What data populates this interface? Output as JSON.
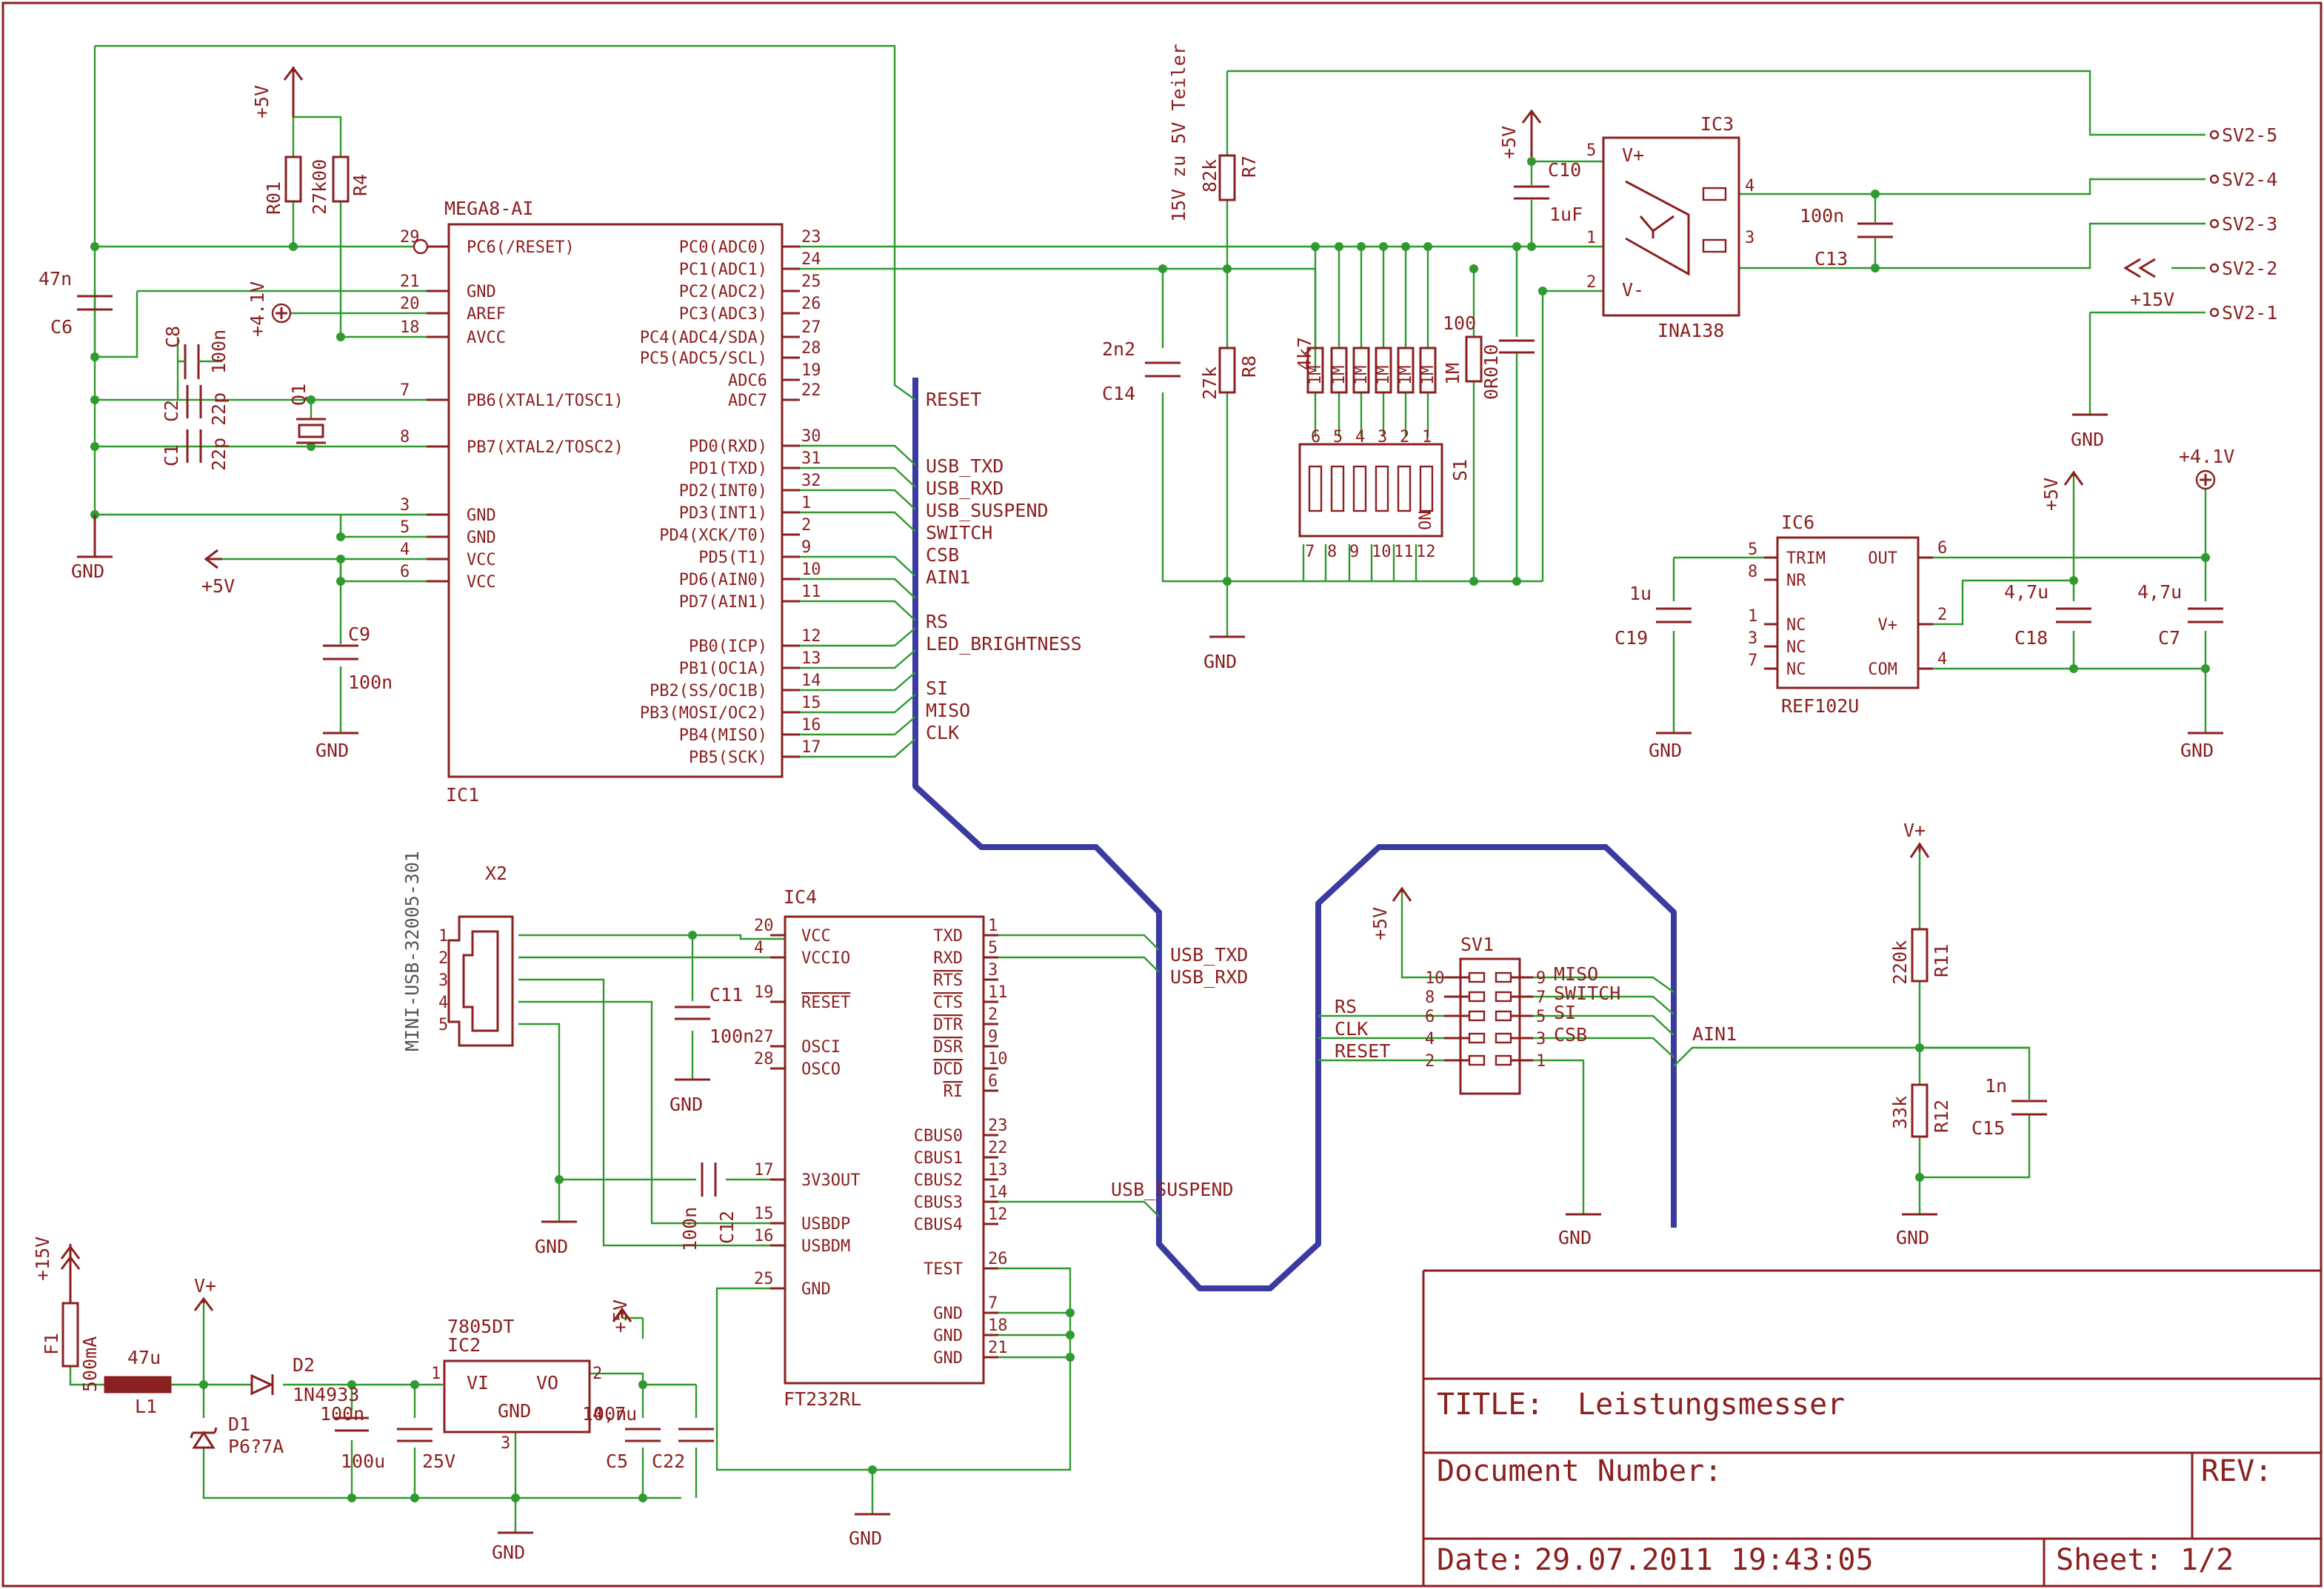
{
  "title_block": {
    "title_label": "TITLE:",
    "title": "Leistungsmesser",
    "document_number_label": "Document Number:",
    "rev_label": "REV:",
    "date_label": "Date:",
    "date": "29.07.2011 19:43:05",
    "sheet_label": "Sheet:",
    "sheet": "1/2"
  },
  "ic1": {
    "name": "IC1",
    "part": "MEGA8-AI",
    "left_pins": [
      {
        "num": "29",
        "label": "PC6(/RESET)"
      },
      {
        "num": "21",
        "label": "GND"
      },
      {
        "num": "20",
        "label": "AREF"
      },
      {
        "num": "18",
        "label": "AVCC"
      },
      {
        "num": "7",
        "label": "PB6(XTAL1/TOSC1)"
      },
      {
        "num": "8",
        "label": "PB7(XTAL2/TOSC2)"
      },
      {
        "num": "3",
        "label": "GND"
      },
      {
        "num": "5",
        "label": "GND"
      },
      {
        "num": "4",
        "label": "VCC"
      },
      {
        "num": "6",
        "label": "VCC"
      }
    ],
    "right_pins": [
      {
        "num": "23",
        "label": "PC0(ADC0)"
      },
      {
        "num": "24",
        "label": "PC1(ADC1)"
      },
      {
        "num": "25",
        "label": "PC2(ADC2)"
      },
      {
        "num": "26",
        "label": "PC3(ADC3)"
      },
      {
        "num": "27",
        "label": "PC4(ADC4/SDA)"
      },
      {
        "num": "28",
        "label": "PC5(ADC5/SCL)"
      },
      {
        "num": "19",
        "label": "ADC6"
      },
      {
        "num": "22",
        "label": "ADC7"
      },
      {
        "num": "30",
        "label": "PD0(RXD)"
      },
      {
        "num": "31",
        "label": "PD1(TXD)"
      },
      {
        "num": "32",
        "label": "PD2(INT0)"
      },
      {
        "num": "1",
        "label": "PD3(INT1)"
      },
      {
        "num": "2",
        "label": "PD4(XCK/T0)"
      },
      {
        "num": "9",
        "label": "PD5(T1)"
      },
      {
        "num": "10",
        "label": "PD6(AIN0)"
      },
      {
        "num": "11",
        "label": "PD7(AIN1)"
      },
      {
        "num": "12",
        "label": "PB0(ICP)"
      },
      {
        "num": "13",
        "label": "PB1(OC1A)"
      },
      {
        "num": "14",
        "label": "PB2(SS/OC1B)"
      },
      {
        "num": "15",
        "label": "PB3(MOSI/OC2)"
      },
      {
        "num": "16",
        "label": "PB4(MISO)"
      },
      {
        "num": "17",
        "label": "PB5(SCK)"
      }
    ]
  },
  "ic1_bus_labels": [
    "RESET",
    "USB_TXD",
    "USB_RXD",
    "USB_SUSPEND",
    "SWITCH",
    "CSB",
    "AIN1",
    "RS",
    "LED_BRIGHTNESS",
    "SI",
    "MISO",
    "CLK"
  ],
  "ic4": {
    "name": "IC4",
    "part": "FT232RL",
    "left_pins": [
      {
        "num": "20",
        "label": "VCC"
      },
      {
        "num": "4",
        "label": "VCCIO"
      },
      {
        "num": "19",
        "label": "RESET"
      },
      {
        "num": "27",
        "label": "OSCI"
      },
      {
        "num": "28",
        "label": "OSCO"
      },
      {
        "num": "17",
        "label": "3V3OUT"
      },
      {
        "num": "15",
        "label": "USBDP"
      },
      {
        "num": "16",
        "label": "USBDM"
      },
      {
        "num": "25",
        "label": "GND"
      }
    ],
    "right_pins": [
      {
        "num": "1",
        "label": "TXD"
      },
      {
        "num": "5",
        "label": "RXD"
      },
      {
        "num": "3",
        "label": "RTS"
      },
      {
        "num": "11",
        "label": "CTS"
      },
      {
        "num": "2",
        "label": "DTR"
      },
      {
        "num": "9",
        "label": "DSR"
      },
      {
        "num": "10",
        "label": "DCD"
      },
      {
        "num": "6",
        "label": "RI"
      },
      {
        "num": "23",
        "label": "CBUS0"
      },
      {
        "num": "22",
        "label": "CBUS1"
      },
      {
        "num": "13",
        "label": "CBUS2"
      },
      {
        "num": "14",
        "label": "CBUS3"
      },
      {
        "num": "12",
        "label": "CBUS4"
      },
      {
        "num": "26",
        "label": "TEST"
      },
      {
        "num": "7",
        "label": "GND"
      },
      {
        "num": "18",
        "label": "GND"
      },
      {
        "num": "21",
        "label": "GND"
      }
    ]
  },
  "ic4_net_labels": [
    "USB_TXD",
    "USB_RXD",
    "USB_SUSPEND"
  ],
  "ic3": {
    "name": "IC3",
    "part": "INA138",
    "pins": [
      "5",
      "1",
      "4",
      "3",
      "2"
    ],
    "labels": [
      "V+",
      "V-"
    ]
  },
  "ic6": {
    "name": "IC6",
    "part": "REF102U",
    "left_pins": [
      {
        "num": "5",
        "label": "TRIM"
      },
      {
        "num": "8",
        "label": "NR"
      },
      {
        "num": "1",
        "label": "NC"
      },
      {
        "num": "3",
        "label": "NC"
      },
      {
        "num": "7",
        "label": "NC"
      }
    ],
    "right_pins": [
      {
        "num": "6",
        "label": "OUT"
      },
      {
        "num": "2",
        "label": "V+"
      },
      {
        "num": "4",
        "label": "COM"
      }
    ]
  },
  "ic2": {
    "name": "IC2",
    "part": "7805DT",
    "pins": [
      "1",
      "2",
      "3"
    ],
    "labels": [
      "VI",
      "VO",
      "GND"
    ]
  },
  "sv1": {
    "name": "SV1",
    "left": [
      {
        "num": "10"
      },
      {
        "num": "8"
      },
      {
        "num": "6",
        "net": "RS"
      },
      {
        "num": "4",
        "net": "CLK"
      },
      {
        "num": "2",
        "net": "RESET"
      }
    ],
    "right": [
      {
        "num": "9",
        "net": "MISO"
      },
      {
        "num": "7",
        "net": "SWITCH"
      },
      {
        "num": "5",
        "net": "SI"
      },
      {
        "num": "3",
        "net": "CSB"
      },
      {
        "num": "1"
      }
    ]
  },
  "sv2": [
    "SV2-5",
    "SV2-4",
    "SV2-3",
    "SV2-2",
    "SV2-1"
  ],
  "s1": {
    "name": "S1",
    "top_pins": [
      "6",
      "5",
      "4",
      "3",
      "2",
      "1"
    ],
    "bottom_pins": [
      "7",
      "8",
      "9",
      "10",
      "11",
      "12"
    ],
    "on_label": "ON"
  },
  "x2": {
    "name": "X2",
    "part": "MINI-USB-32005-301",
    "pins": [
      "1",
      "2",
      "3",
      "4",
      "5"
    ]
  },
  "components": {
    "R01": "R01",
    "R01_val": "27k00",
    "R4": "R4",
    "C6": "C6",
    "C6_val": "47n",
    "C8": "C8",
    "C2": "C2",
    "C1": "C1",
    "C2_val": "22p",
    "C1_val": "22p",
    "Q1": "Q1",
    "C9": "C9",
    "C9_val": "100n",
    "R7": "R7",
    "R7_val": "82k",
    "R8": "R8",
    "R8_val": "27k",
    "C14": "C14",
    "C14_val": "2n2",
    "divider_note": "15V zu 5V Teiler",
    "C10": "C10",
    "C10_val": "1uF",
    "C13": "C13",
    "C13_val": "100n",
    "shunts": [
      "4k7",
      "1M",
      "1M",
      "1M",
      "1M",
      "1M",
      "1M"
    ],
    "shunt_extra": [
      "1M",
      "100",
      "0R010"
    ],
    "C19": "C19",
    "C19_val": "1u",
    "C18": "C18",
    "C18_val": "4,7u",
    "C7": "C7",
    "C7_val": "4,7u",
    "R11": "R11",
    "R11_val": "220k",
    "R12": "R12",
    "R12_val": "33k",
    "C15": "C15",
    "C15_val": "1n",
    "C11": "C11",
    "C11_val": "100n",
    "C12": "C12",
    "C12_val": "100n",
    "F1": "F1",
    "F1_val": "500mA",
    "L1": "L1",
    "L1_val": "47u",
    "D2": "D2",
    "D2_val": "1N4933",
    "D1": "D1",
    "D1_val": "P6?7A",
    "C3": "100n",
    "C4": "100u",
    "C4v": "25V",
    "C5": "C5",
    "C5_val": "4,7u",
    "C22": "C22",
    "C22_val": "100n"
  },
  "supply": {
    "plus5v": "+5V",
    "plus4v1": "+4.1V",
    "plus15v": "+15V",
    "vplus": "V+",
    "gnd": "GND",
    "ain1": "AIN1"
  },
  "colors": {
    "wire": "#2f9a2f",
    "part": "#8b2020",
    "bus": "#3a3aa0",
    "frame": "#8b2020"
  }
}
